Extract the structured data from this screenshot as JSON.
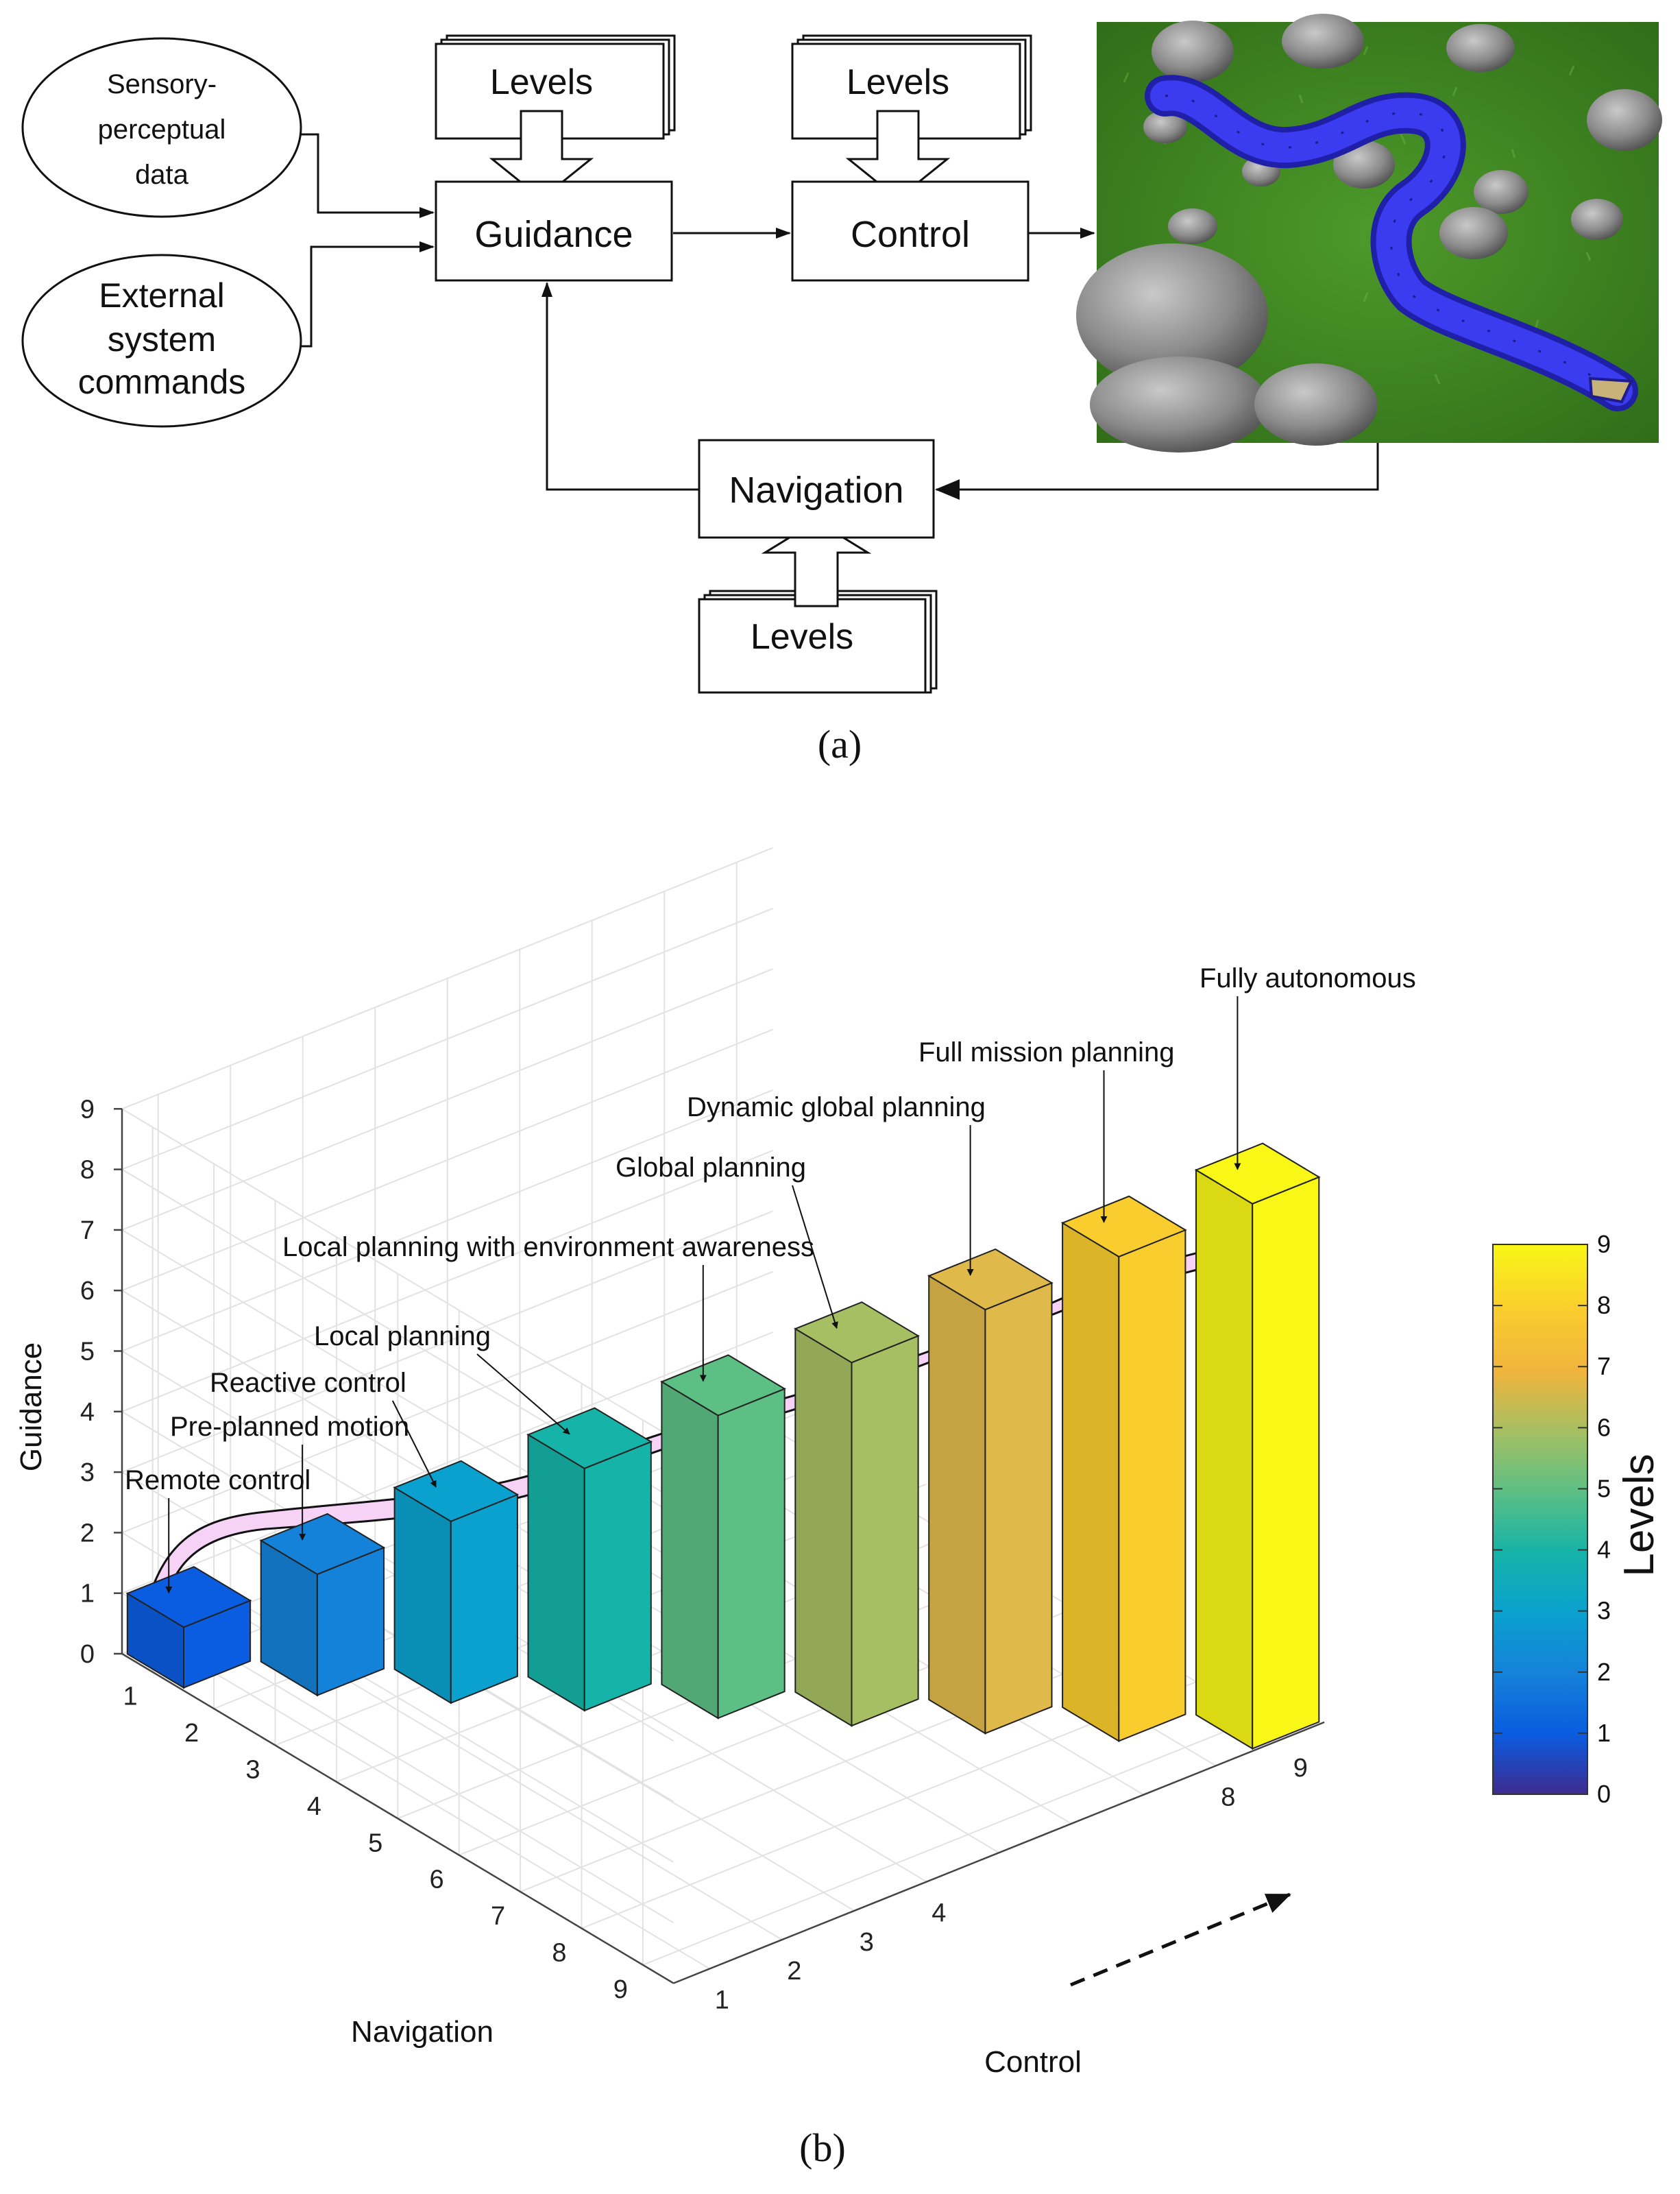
{
  "panel_a": {
    "caption": "(a)",
    "sensory": [
      "Sensory-",
      "perceptual",
      "data"
    ],
    "external": [
      "External",
      "system",
      "commands"
    ],
    "guidance": "Guidance",
    "control": "Control",
    "navigation": "Navigation",
    "levels": "Levels",
    "robot_image": "snake-robot-simulation"
  },
  "panel_b": {
    "caption": "(b)",
    "colorbar_label": "Levels",
    "colorbar_ticks": [
      "0",
      "1",
      "2",
      "3",
      "4",
      "5",
      "6",
      "7",
      "8",
      "9"
    ],
    "colors": {
      "arrow_fill": "#f7d2f7",
      "colormap": [
        "#3e2b90",
        "#0a5ce0",
        "#1482d8",
        "#0aa1cf",
        "#16b3a8",
        "#5cbf84",
        "#a6bf63",
        "#e0b94b",
        "#f9cd2e",
        "#f9f716"
      ]
    },
    "chart_data": {
      "type": "bar3d",
      "xlabel": "Control",
      "ylabel": "Navigation",
      "zlabel": "Guidance",
      "xlim": [
        1,
        9
      ],
      "ylim": [
        1,
        9
      ],
      "zlim": [
        0,
        9
      ],
      "x_ticks": [
        "1",
        "2",
        "3",
        "4",
        "8",
        "9"
      ],
      "y_ticks": [
        "1",
        "2",
        "3",
        "4",
        "5",
        "6",
        "7",
        "8",
        "9"
      ],
      "z_ticks": [
        "0",
        "1",
        "2",
        "3",
        "4",
        "5",
        "6",
        "7",
        "8",
        "9"
      ],
      "bars": [
        {
          "level": 1,
          "control": 1,
          "navigation": 1,
          "guidance": 1
        },
        {
          "level": 2,
          "control": 2,
          "navigation": 2,
          "guidance": 2
        },
        {
          "level": 3,
          "control": 3,
          "navigation": 3,
          "guidance": 3
        },
        {
          "level": 4,
          "control": 4,
          "navigation": 4,
          "guidance": 4
        },
        {
          "level": 5,
          "control": 5,
          "navigation": 5,
          "guidance": 5
        },
        {
          "level": 6,
          "control": 6,
          "navigation": 6,
          "guidance": 6
        },
        {
          "level": 7,
          "control": 7,
          "navigation": 7,
          "guidance": 7
        },
        {
          "level": 8,
          "control": 8,
          "navigation": 8,
          "guidance": 8
        },
        {
          "level": 9,
          "control": 9,
          "navigation": 9,
          "guidance": 9
        }
      ],
      "annotations": [
        "Remote control",
        "Pre-planned motion",
        "Reactive control",
        "Local planning",
        "Local planning with environment awareness",
        "Global planning",
        "Dynamic global planning",
        "Full mission planning",
        "Fully autonomous"
      ]
    }
  }
}
